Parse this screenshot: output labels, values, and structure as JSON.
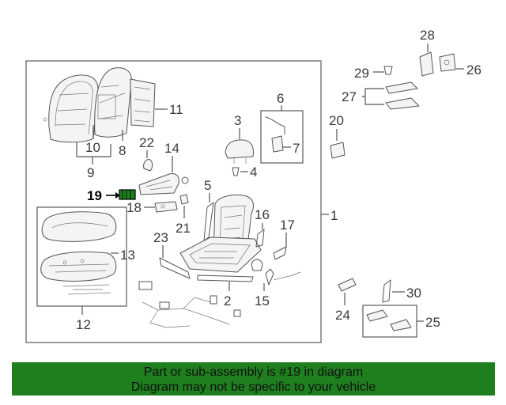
{
  "diagram": {
    "callouts": {
      "c1": "1",
      "c2": "2",
      "c3": "3",
      "c4": "4",
      "c5": "5",
      "c6": "6",
      "c7": "7",
      "c8": "8",
      "c9": "9",
      "c10": "10",
      "c11": "11",
      "c12": "12",
      "c13": "13",
      "c14": "14",
      "c15": "15",
      "c16": "16",
      "c17": "17",
      "c18": "18",
      "c19": "19",
      "c20": "20",
      "c21": "21",
      "c22": "22",
      "c23": "23",
      "c24": "24",
      "c25": "25",
      "c26": "26",
      "c27": "27",
      "c28": "28",
      "c29": "29",
      "c30": "30"
    },
    "highlighted_part": "19",
    "highlight_color": "#1f7f1f"
  },
  "banner": {
    "line1": "Part or sub-assembly is #19 in diagram",
    "line2": "Diagram may not be specific to your vehicle",
    "background": "#1f7f1f"
  }
}
